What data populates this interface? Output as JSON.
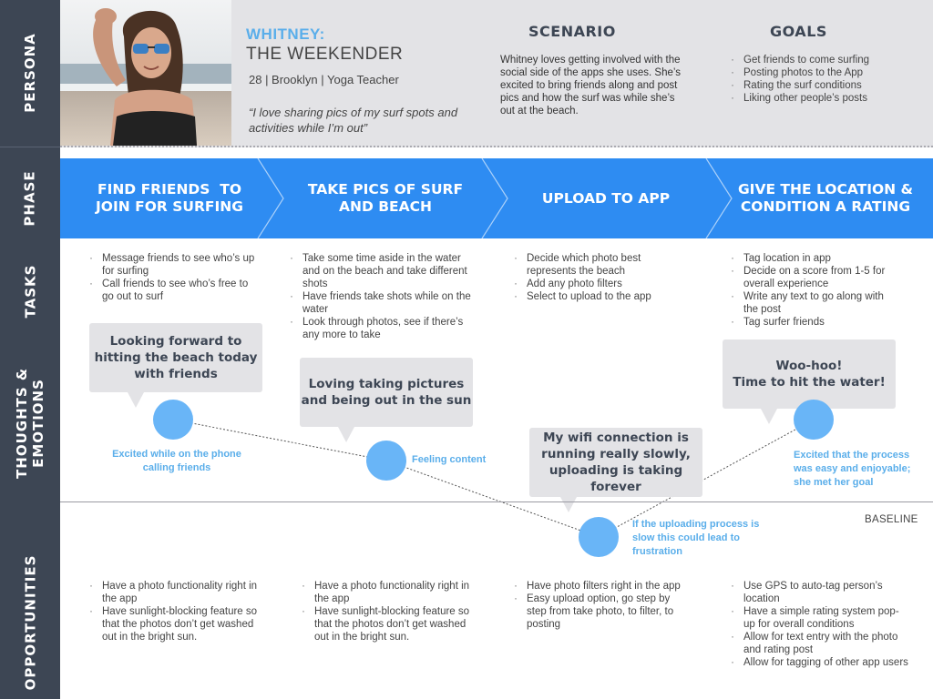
{
  "sections": {
    "persona": "PERSONA",
    "phase": "PHASE",
    "tasks": "TASKS",
    "thoughts": "THOUGHTS &\nEMOTIONS",
    "opportunities": "OPPORTUNITIES"
  },
  "persona": {
    "name_line1": "WHITNEY:",
    "name_line2": "THE WEEKENDER",
    "meta": "28 | Brooklyn | Yoga Teacher",
    "quote": "“I love sharing pics of my surf spots and activities while I’m out”",
    "scenario_title": "SCENARIO",
    "scenario_text": "Whitney loves getting involved with the social side of the apps she uses. She’s excited to bring friends along and post pics and how the surf was while she’s out at the beach.",
    "goals_title": "GOALS",
    "goals": [
      "Get friends to come surfing",
      "Posting photos to the App",
      "Rating the surf conditions",
      "Liking other people’s posts"
    ]
  },
  "phases": [
    "FIND FRIENDS  TO\nJOIN FOR SURFING",
    "TAKE PICS OF SURF\nAND BEACH",
    "UPLOAD TO APP",
    "GIVE THE LOCATION &\nCONDITION A RATING"
  ],
  "tasks": [
    [
      "Message friends to see who’s up for surfing",
      "Call friends to see who’s free to go out to surf"
    ],
    [
      "Take some time aside in the water and on the beach and take different shots",
      "Have friends take shots while on the water",
      "Look through photos, see if there’s any more to take"
    ],
    [
      "Decide which photo best represents the beach",
      "Add any photo filters",
      "Select to upload to the app"
    ],
    [
      "Tag location in app",
      "Decide on a score from 1-5 for overall experience",
      "Write any text to go along with the post",
      "Tag surfer friends"
    ]
  ],
  "thoughts": [
    {
      "bubble": "Looking forward to hitting the beach today with friends",
      "emotion": "Excited while on the phone calling friends"
    },
    {
      "bubble": "Loving taking pictures and being out in the sun",
      "emotion": "Feeling content"
    },
    {
      "bubble": "My wifi connection is running really slowly, uploading is taking forever",
      "emotion": "If the uploading process is slow this could lead to frustration"
    },
    {
      "bubble": "Woo-hoo!\nTime to hit the water!",
      "emotion": "Excited that the process was easy and enjoyable; she met her goal"
    }
  ],
  "baseline_label": "BASELINE",
  "opportunities": [
    [
      "Have a photo functionality right in the app",
      "Have sunlight-blocking feature so that the photos don’t get washed out in the bright sun."
    ],
    [
      "Have a photo functionality right in the app",
      "Have sunlight-blocking feature so that the photos don’t get washed out in the bright sun."
    ],
    [
      "Have photo filters right in the app",
      "Easy upload option, go step by step from take photo, to filter, to posting"
    ],
    [
      "Use GPS to auto-tag person’s location",
      "Have a simple rating system pop-up for overall conditions",
      "Allow for text entry with the photo and rating post",
      "Allow for tagging of other app users"
    ]
  ],
  "colors": {
    "sidebar": "#3d4654",
    "phase_band": "#2e8cf2",
    "accent": "#5aaeea",
    "dot": "#69b5f7",
    "bubble": "#e3e3e6"
  },
  "icons": {
    "persona_photo": "woman-at-beach-photo",
    "phase_arrow": "chevron-right-icon"
  }
}
